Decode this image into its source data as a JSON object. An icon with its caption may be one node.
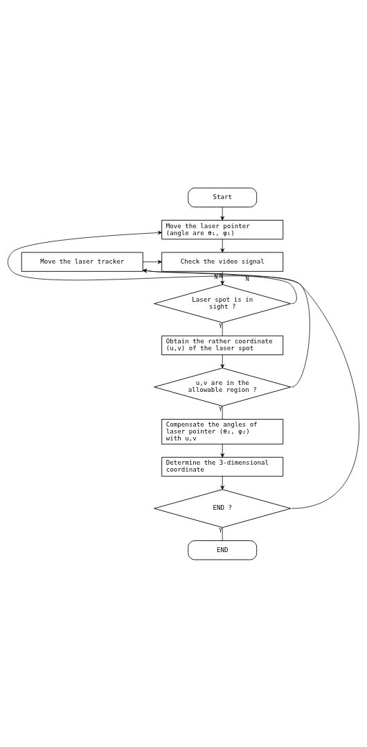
{
  "diagram": {
    "nodes": [
      {
        "text": [
          "Start"
        ]
      },
      {
        "text": [
          "Move the laser pointer (angle are θ₁, φ₁)"
        ]
      },
      {
        "text": [
          "Move the laser tracker"
        ]
      },
      {
        "text": [
          "Check the video signal"
        ]
      },
      {
        "text": [
          "Laser spot is in sight ?"
        ]
      },
      {
        "text": [
          "Obtain the rather coordinate (u,v) of the laser spot"
        ]
      },
      {
        "text": [
          "u,v are in the allowable region ?"
        ]
      },
      {
        "text": [
          "Compensate the angles of laser pointer (θ₂, φ₂) with u,v"
        ]
      },
      {
        "text": [
          "Determine the 3-dimensional coordinate"
        ]
      },
      {
        "text": [
          "END ?"
        ]
      },
      {
        "text": [
          "END"
        ]
      }
    ],
    "edges": [
      {
        "from": 0,
        "to": 1,
        "arrow": "to"
      },
      {
        "from": 1,
        "to": 3,
        "arrow": "to"
      },
      {
        "from": 2,
        "to": 3,
        "arrow": "to"
      },
      {
        "from": 3,
        "to": 4,
        "arrow": "to"
      },
      {
        "from": 4,
        "to": 5,
        "arrow": "none",
        "label": "Y"
      },
      {
        "from": 4,
        "to": 2,
        "arrow": "to",
        "label": "N"
      },
      {
        "from": 5,
        "to": 6,
        "arrow": "to"
      },
      {
        "from": 6,
        "to": 2,
        "arrow": "to",
        "label": "N"
      },
      {
        "from": 6,
        "to": 7,
        "arrow": "none",
        "label": "Y"
      },
      {
        "from": 7,
        "to": 8,
        "arrow": "to"
      },
      {
        "from": 8,
        "to": 9,
        "arrow": "to"
      },
      {
        "from": 9,
        "to": 10,
        "arrow": "none",
        "label": "Y"
      },
      {
        "from": 9,
        "to": 1,
        "arrow": "to",
        "label": "N"
      }
    ]
  }
}
